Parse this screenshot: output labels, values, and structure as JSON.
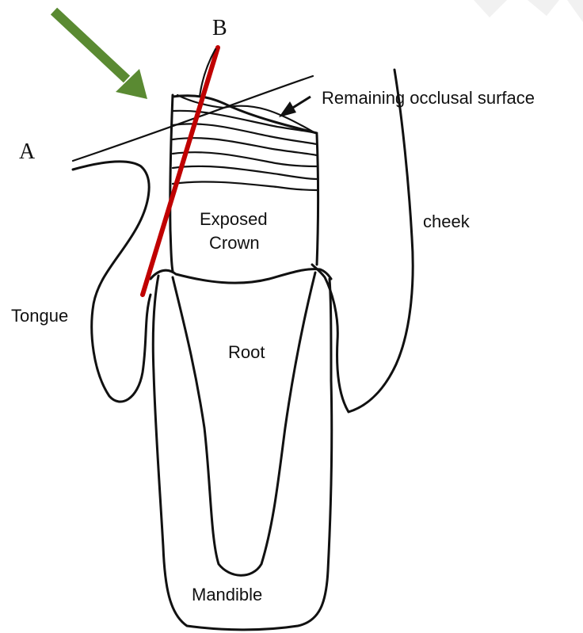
{
  "labels": {
    "a": "A",
    "b": "B",
    "remaining_surface": "Remaining occlusal surface",
    "cheek": "cheek",
    "exposed_line1": "Exposed",
    "exposed_line2": "Crown",
    "tongue": "Tongue",
    "root": "Root",
    "mandible": "Mandible"
  },
  "colors": {
    "arrow": "#5a8a32",
    "line_b": "#c00000",
    "ink": "#111111"
  }
}
